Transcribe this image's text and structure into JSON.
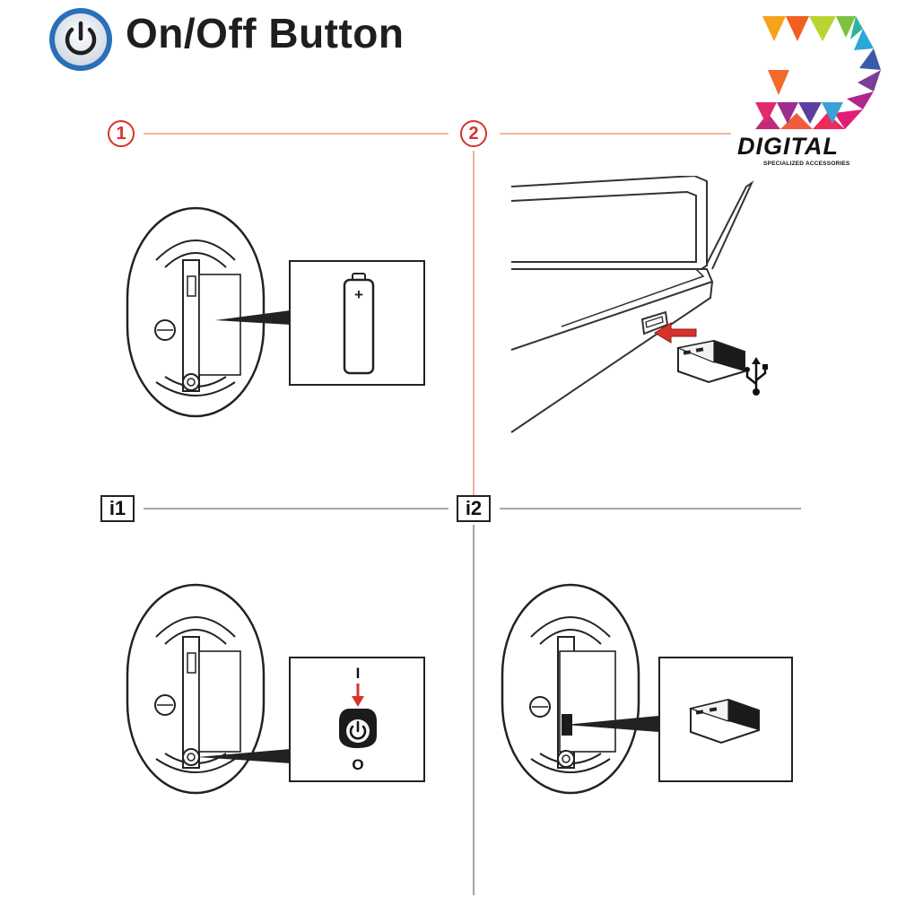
{
  "header": {
    "title": "On/Off Button",
    "icon": "power-icon",
    "icon_color": "#2a6fb7"
  },
  "brand": {
    "name": "DIGITAL",
    "tagline": "SPECIALIZED ACCESSORIES"
  },
  "steps": [
    {
      "label": "1",
      "style": "circle",
      "color": "#d9322b"
    },
    {
      "label": "2",
      "style": "circle",
      "color": "#d9322b"
    },
    {
      "label": "i1",
      "style": "box",
      "color": "#222222"
    },
    {
      "label": "i2",
      "style": "box",
      "color": "#222222"
    }
  ],
  "illustrations": {
    "step1": {
      "icons": [
        "mouse-underside-icon",
        "battery-icon"
      ],
      "battery_sign": "+"
    },
    "step2": {
      "icons": [
        "laptop-icon",
        "usb-receiver-icon",
        "usb-symbol-icon"
      ]
    },
    "info1": {
      "icons": [
        "mouse-underside-icon",
        "power-switch-icon"
      ],
      "switch_on_label": "I",
      "switch_off_label": "O"
    },
    "info2": {
      "icons": [
        "mouse-underside-icon",
        "usb-receiver-icon"
      ]
    }
  },
  "colors": {
    "accent_red": "#d9322b",
    "line_peach": "#e9a27e"
  }
}
